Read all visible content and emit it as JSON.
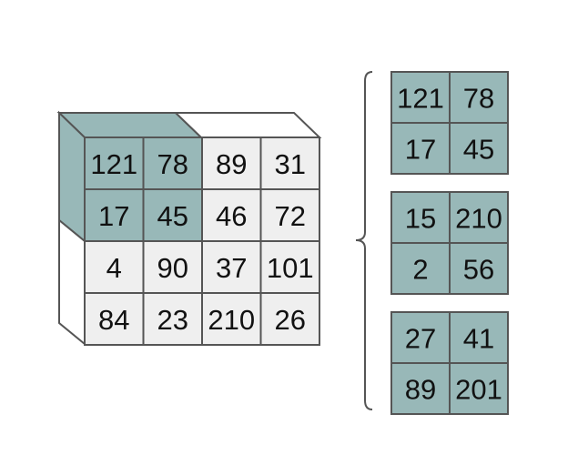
{
  "colors": {
    "highlight": "#98b8b8",
    "light": "#efefef",
    "white": "#ffffff",
    "line": "#555555",
    "text": "#111111"
  },
  "main_grid": {
    "rows": [
      [
        "121",
        "78",
        "89",
        "31"
      ],
      [
        "17",
        "45",
        "46",
        "72"
      ],
      [
        "4",
        "90",
        "37",
        "101"
      ],
      [
        "84",
        "23",
        "210",
        "26"
      ]
    ],
    "highlighted": [
      [
        0,
        0
      ],
      [
        0,
        1
      ],
      [
        1,
        0
      ],
      [
        1,
        1
      ]
    ]
  },
  "channels": [
    {
      "rows": [
        [
          "121",
          "78"
        ],
        [
          "17",
          "45"
        ]
      ]
    },
    {
      "rows": [
        [
          "15",
          "210"
        ],
        [
          "2",
          "56"
        ]
      ]
    },
    {
      "rows": [
        [
          "27",
          "41"
        ],
        [
          "89",
          "201"
        ]
      ]
    }
  ]
}
